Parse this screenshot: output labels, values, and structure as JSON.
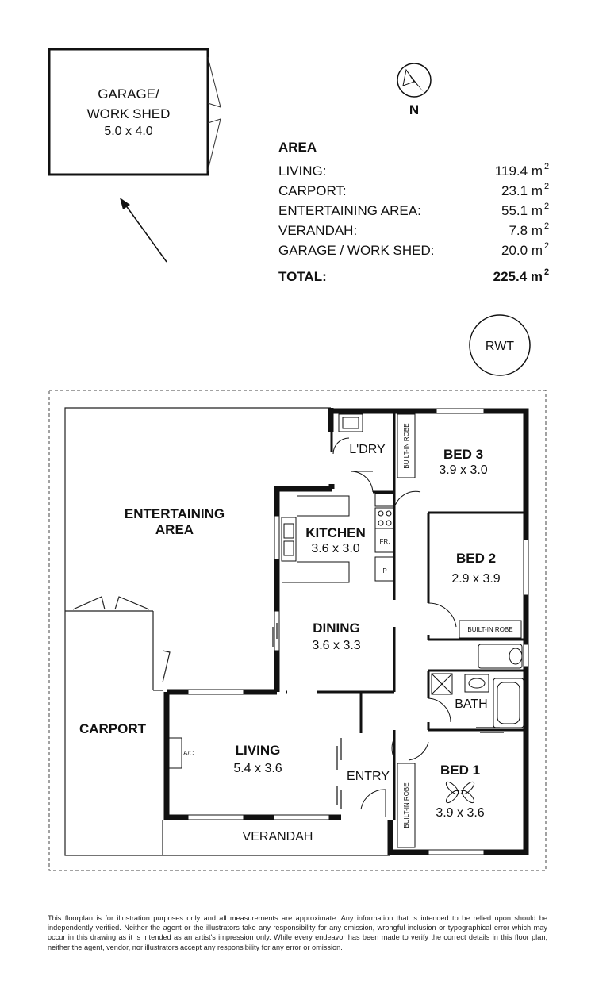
{
  "legend": {
    "compass_label": "N",
    "heading": "AREA",
    "rows": [
      {
        "label": "LIVING:",
        "value": "119.4 m",
        "unit_sup": "2"
      },
      {
        "label": "CARPORT:",
        "value": "23.1 m",
        "unit_sup": "2"
      },
      {
        "label": "ENTERTAINING AREA:",
        "value": "55.1 m",
        "unit_sup": "2"
      },
      {
        "label": "VERANDAH:",
        "value": "7.8 m",
        "unit_sup": "2"
      },
      {
        "label": "GARAGE / WORK SHED:",
        "value": "20.0 m",
        "unit_sup": "2"
      }
    ],
    "total": {
      "label": "TOTAL:",
      "value": "225.4 m",
      "unit_sup": "2"
    }
  },
  "garage": {
    "line1": "GARAGE/",
    "line2": "WORK SHED",
    "dims": "5.0 x 4.0"
  },
  "rwt": "RWT",
  "rooms": {
    "entertaining": {
      "line1": "ENTERTAINING",
      "line2": "AREA"
    },
    "carport": "CARPORT",
    "verandah": "VERANDAH",
    "laundry": "L'DRY",
    "kitchen": {
      "name": "KITCHEN",
      "dims": "3.6 x 3.0"
    },
    "dining": {
      "name": "DINING",
      "dims": "3.6 x 3.3"
    },
    "living": {
      "name": "LIVING",
      "dims": "5.4 x 3.6"
    },
    "entry": "ENTRY",
    "bath": "BATH",
    "bed1": {
      "name": "BED 1",
      "dims": "3.9 x 3.6"
    },
    "bed2": {
      "name": "BED 2",
      "dims": "2.9 x 3.9"
    },
    "bed3": {
      "name": "BED 3",
      "dims": "3.9 x 3.0"
    }
  },
  "fixtures": {
    "built_in_robe": "BUILT-IN ROBE",
    "fridge": "FR.",
    "pantry": "P",
    "aircon": "A/C"
  },
  "disclaimer": "This floorplan is for illustration purposes only and all measurements are approximate. Any information that is intended to be relied upon should be independently verified. Neither the agent or the illustrators take any responsibility for any omission, wrongful inclusion or typographical error which may occur in this drawing as it is intended as an artist's impression only. While every endeavor has been made to verify the correct details in this floor plan, neither the agent, vendor, nor illustrators accept any responsibility for any error or omission."
}
